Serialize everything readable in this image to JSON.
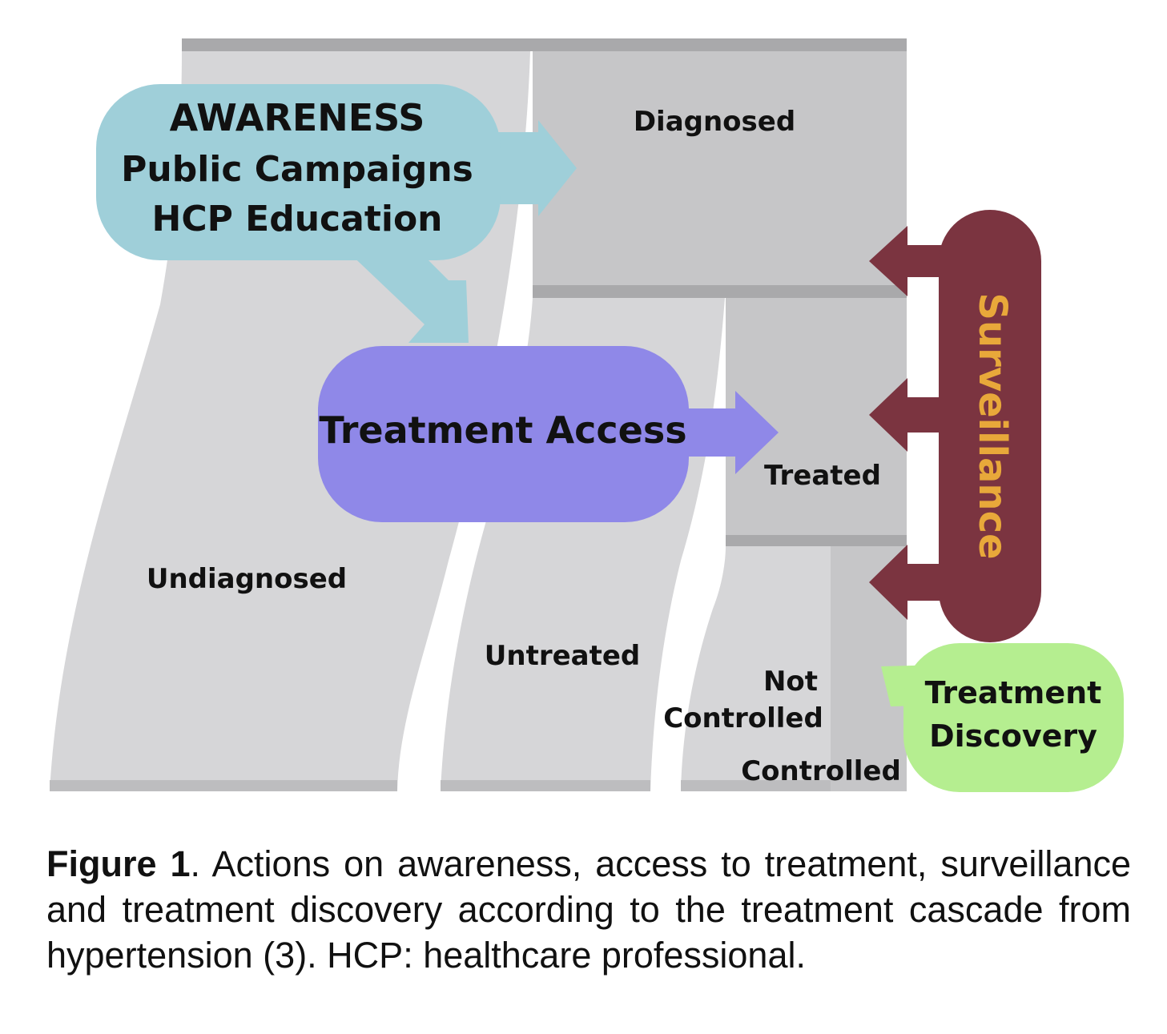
{
  "colors": {
    "band_light": "#d6d6d8",
    "band_mid": "#c6c6c8",
    "band_top": "#a9a9ab",
    "awareness": "#9fcfd9",
    "treatment_access": "#8f88e8",
    "surveillance": "#7b3440",
    "surveillance_text": "#e8a83a",
    "treatment_discovery": "#b5ee90"
  },
  "labels": {
    "diagnosed": "Diagnosed",
    "undiagnosed": "Undiagnosed",
    "treated": "Treated",
    "untreated": "Untreated",
    "not_controlled_1": "Not",
    "not_controlled_2": "Controlled",
    "controlled": "Controlled"
  },
  "awareness": {
    "title": "AWARENESS",
    "line1": "Public Campaigns",
    "line2": "HCP Education"
  },
  "treatment_access": "Treatment Access",
  "surveillance": "Surveillance",
  "treatment_discovery": {
    "line1": "Treatment",
    "line2": "Discovery"
  },
  "caption": {
    "label": "Figure 1",
    "text": ". Actions on awareness, access to treatment, surveillance and treatment discovery according to the treatment cascade from hypertension (3). HCP: healthcare professional."
  }
}
